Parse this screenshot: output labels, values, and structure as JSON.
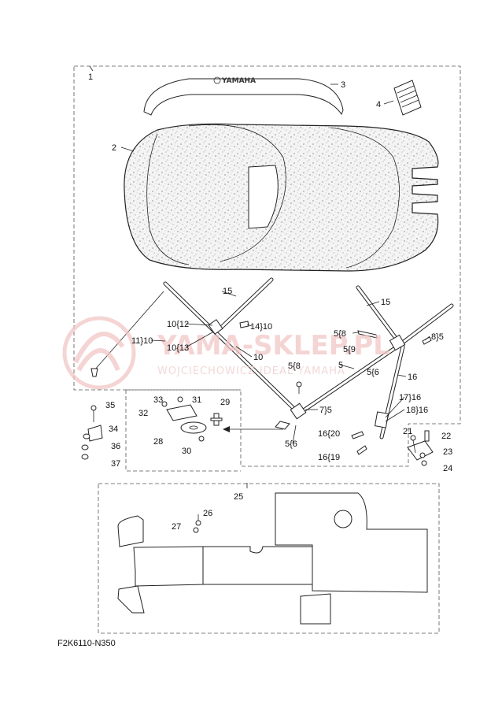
{
  "diagram": {
    "code": "F2K6110-N350",
    "brand_on_bag": "YAMAHA",
    "watermark": {
      "title": "YAMA-SKLEP.PL",
      "subtitle": "WOJCIECHOWICZ IDEAL YAMAHA"
    },
    "labels": {
      "p1": "1",
      "p2": "2",
      "p3": "3",
      "p4": "4",
      "p5a": "5",
      "p5_6a": "5{6",
      "p5_6b": "5{6",
      "p5_8a": "5{8",
      "p5_8b": "5{8",
      "p5_9": "5{9",
      "p7_5": "7}5",
      "p8_5": "8}5",
      "p10": "10",
      "p10_12": "10{12",
      "p10_13": "10{13",
      "p11_10": "11}10",
      "p14_10": "14}10",
      "p15a": "15",
      "p15b": "15",
      "p16": "16",
      "p16_19": "16{19",
      "p16_20": "16{20",
      "p17_16": "17}16",
      "p18_16": "18}16",
      "p21": "21",
      "p22": "22",
      "p23": "23",
      "p24": "24",
      "p25": "25",
      "p26": "26",
      "p27": "27",
      "p28": "28",
      "p29": "29",
      "p30": "30",
      "p31": "31",
      "p32": "32",
      "p33": "33",
      "p34": "34",
      "p35": "35",
      "p36": "36",
      "p37": "37"
    }
  }
}
